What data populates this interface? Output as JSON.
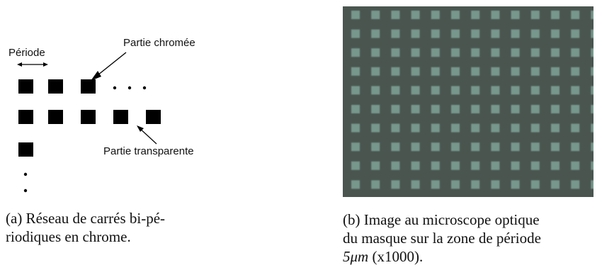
{
  "panel_a": {
    "label_period": "Période",
    "label_chrome": "Partie chromée",
    "label_transparent": "Partie transparente",
    "caption_line1": "(a) Réseau de carrés bi-pé-",
    "caption_line2": "riodiques en chrome."
  },
  "panel_b": {
    "caption_line1": "(b) Image au microscope optique",
    "caption_line2": "du masque sur la zone de période",
    "caption_line3_math": "5μm",
    "caption_line3_rest": " (x1000).",
    "colors": {
      "background": "#4a5550",
      "square": "#7fa296"
    }
  }
}
